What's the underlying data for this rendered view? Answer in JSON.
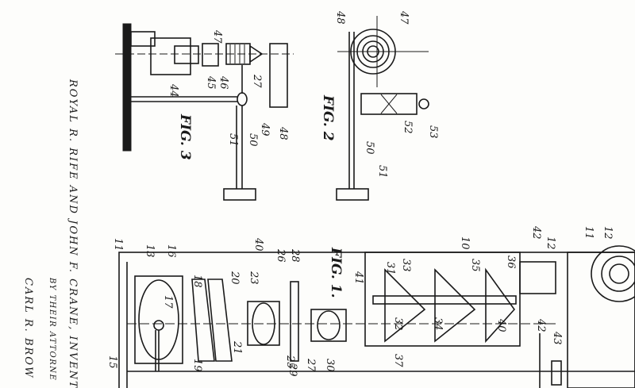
{
  "sheet": {
    "inventor_line": "ROYAL R. RIFE AND JOHN F. CRANE, INVENTO",
    "attorney_line": "BY THEIR ATTORNE",
    "attorney_name": "CARL R. BROW"
  },
  "figures": {
    "fig1": "FIG. 1.",
    "fig2": "FIG. 2",
    "fig3": "FIG. 3"
  },
  "fig3_labels": [
    "47",
    "45",
    "46",
    "44",
    "27",
    "48",
    "49",
    "50",
    "51"
  ],
  "fig2_labels": [
    "48",
    "47",
    "52",
    "53",
    "50",
    "51"
  ],
  "fig1_labels": [
    "40",
    "26",
    "28",
    "41",
    "10",
    "42",
    "12",
    "11",
    "13",
    "16",
    "31",
    "33",
    "35",
    "36",
    "17",
    "18",
    "20",
    "23",
    "32",
    "34",
    "40",
    "42",
    "43",
    "15",
    "19",
    "21",
    "25",
    "27",
    "29",
    "30",
    "37",
    "11",
    "12"
  ]
}
